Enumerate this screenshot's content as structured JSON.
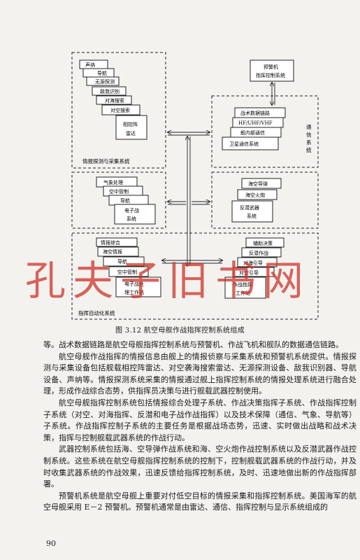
{
  "diagram": {
    "sensor_group": {
      "label": "情报探测与采集系统",
      "cards": [
        "声纳",
        "导航",
        "无源探测",
        "敌我识别",
        "对海搜索",
        "对空搜索",
        "相控阵",
        "雷达"
      ]
    },
    "aew_box": {
      "line1": "预警机",
      "line2": "指挥控制系统"
    },
    "comm_group": {
      "label": [
        "通",
        "信",
        "系",
        "统"
      ],
      "cards": [
        "战术数据链路",
        "HF/UHF/VHF",
        "舰内部通信",
        "卫星通信系统"
      ]
    },
    "ew_group": {
      "cards": [
        "气象处理",
        "空中管制",
        "导航",
        "电子战",
        "系统"
      ]
    },
    "weapons_group": {
      "cards": [
        "海空导弹",
        "海空火炮",
        "反潜武器",
        "系统"
      ]
    },
    "c2_group": {
      "label": "指挥自动化系统",
      "left_cards": [
        "情报综合",
        "海空情报",
        "导航",
        "空中管制",
        "电子战处",
        "理工作站"
      ],
      "right_cards": [
        "辅助决策",
        "反潜作战",
        "对海引导",
        "对空引导",
        "作战指挥",
        "工作站"
      ]
    }
  },
  "caption": "图 3.12   航空母舰作战指挥控制系统组成",
  "paragraphs": [
    "等。战术数据链路是航空母舰指挥控制系统与预警机、作战飞机和舰队的数据通信链路。",
    "航空母舰作战指挥的情报信息由舰上的情报侦察与采集系统和预警机系统提供。情报探测与采集设备包括舰载相控阵雷达、对空袭海搜索雷达、无源探测设备、敌我识别器、导航设备、声纳等。情报探测系统采集的情报通过舰上指挥控制系统的情报处理系统进行融合处理，形成作战综合态势，供指挥员决策与进行舰载武器控制使用。",
    "航空母舰指挥控制系统包括情报综合处理子系统、作战决策指挥子系统、作战指挥控制子系统（对空、对海指挥、反潜和电子战作战指挥）以及技术保障（通信、气象、导航等）子系统。作战指挥控制子系统的主要任务是根据战场态势，迅速、实时做出战略和战术决策，指挥与控制舰载武器系统的作战行动。",
    "武器控制系统包括海、空导弹作战系统和海、空火炮作战控制系统以及反潜武器作战控制系统。这些系统在航空母舰指挥控制系统的控制下，控制舰载武器系统的作战行动，并及时收集武器系统的作战效果，迅速反馈给指挥控制系统，及时、迅速地做出新的作战指挥部署。",
    "预警机系统是航空母舰上重要对付低空目标的情报采集和指挥控制系统。美国海军的航空母舰采用 E－2 预警机。预警机通常是由雷达、通信、指挥控制与显示系统组成的"
  ],
  "page_number": "90",
  "watermark": "孔夫子旧书网"
}
